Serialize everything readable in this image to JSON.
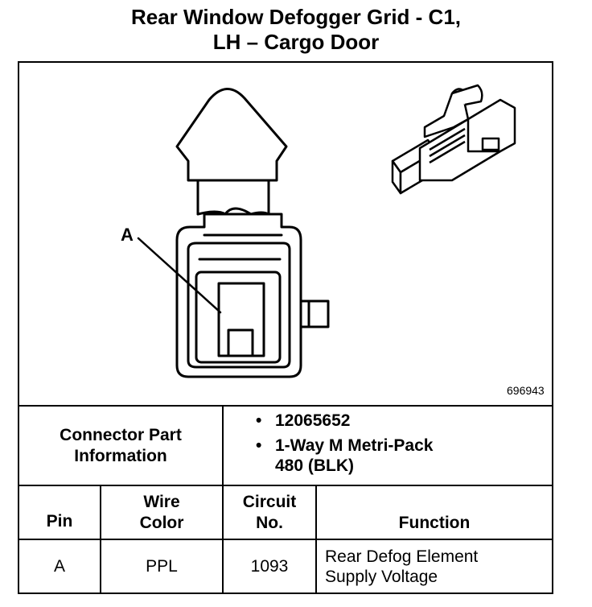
{
  "title": {
    "line1": "Rear Window Defogger Grid - C1,",
    "line2": "LH – Cargo Door"
  },
  "figure": {
    "callout_label": "A",
    "figure_id": "696943"
  },
  "connector_info": {
    "label_line1": "Connector Part",
    "label_line2": "Information",
    "bullets": [
      {
        "lines": [
          "12065652"
        ]
      },
      {
        "lines": [
          "1-Way M Metri-Pack",
          "480 (BLK)"
        ]
      }
    ]
  },
  "table": {
    "headers": {
      "pin": "Pin",
      "wire_color_line1": "Wire",
      "wire_color_line2": "Color",
      "circuit_line1": "Circuit",
      "circuit_line2": "No.",
      "function": "Function"
    },
    "rows": [
      {
        "pin": "A",
        "wire_color": "PPL",
        "circuit": "1093",
        "function_line1": "Rear Defog Element",
        "function_line2": "Supply Voltage"
      }
    ]
  },
  "bullet_glyph": "•"
}
